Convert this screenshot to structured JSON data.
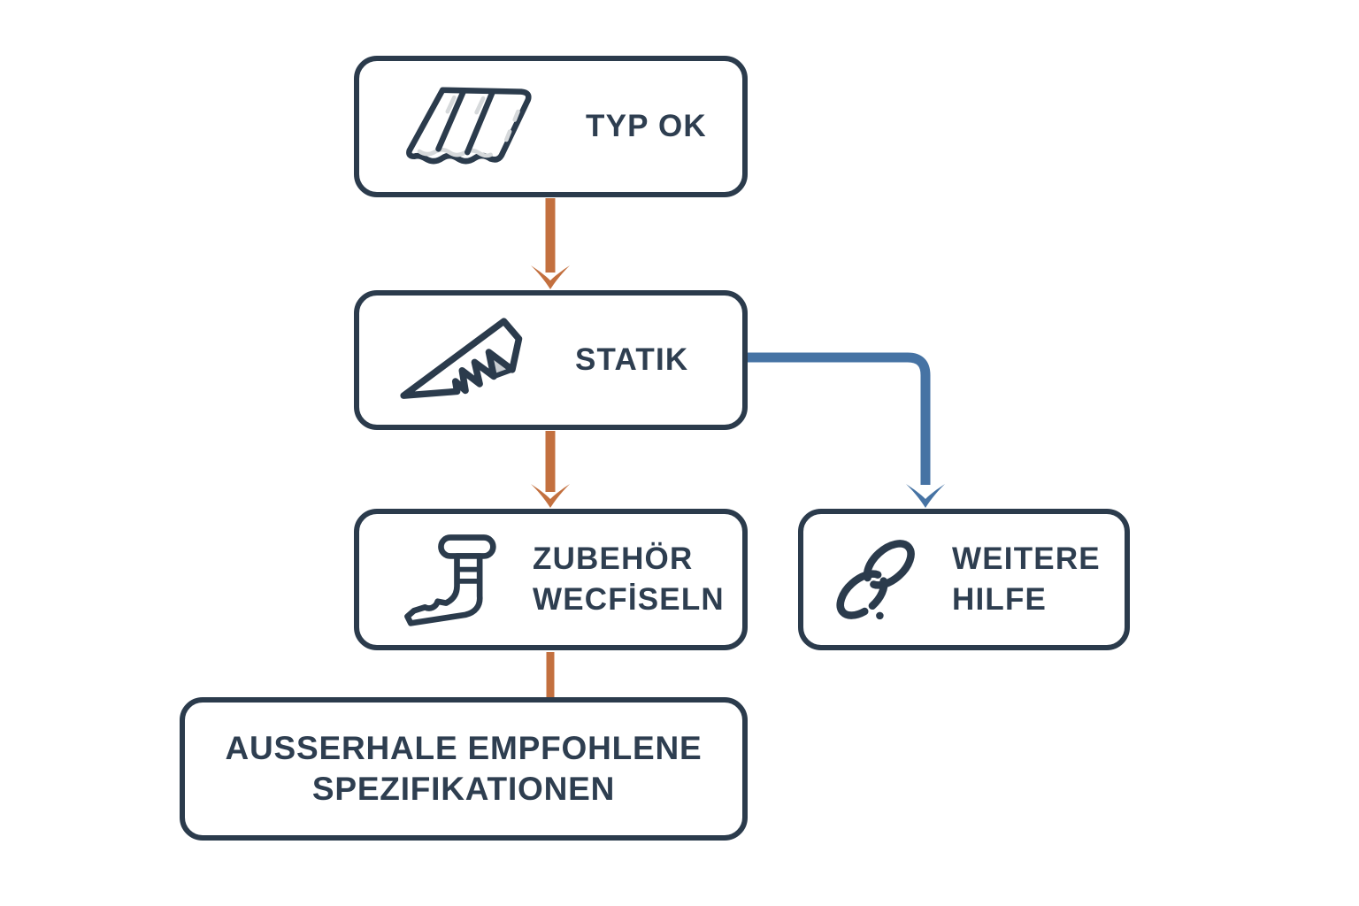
{
  "canvas": {
    "background": "#ffffff"
  },
  "colors": {
    "navy": "#2b3b4c",
    "text": "#2e3e50",
    "orange": "#c3703f",
    "blue": "#4673a4",
    "shade": "#d6d9db",
    "shade-dark": "#c9ced2"
  },
  "nodes": {
    "typ_ok": {
      "label": "TYP OK",
      "icon": "corrugated-roof-sheet-icon"
    },
    "statik": {
      "label": "STATIK",
      "icon": "roof-pitch-icon"
    },
    "zubehoer": {
      "line1": "ZUBEHÖR",
      "line2": "WECFİSELN",
      "icon": "gutter-elbow-icon"
    },
    "weitere_hilfe": {
      "line1": "WEITERE",
      "line2": "HILFE",
      "icon": "chain-link-icon"
    },
    "ausserhalb": {
      "line1": "AUSSERHALE EMPFOHLENE",
      "line2": "SPEZIFIKATIONEN"
    }
  },
  "connectors": [
    {
      "from": "typ_ok",
      "to": "statik",
      "color": "orange",
      "style": "arrow-down"
    },
    {
      "from": "statik",
      "to": "zubehoer",
      "color": "orange",
      "style": "arrow-down"
    },
    {
      "from": "statik",
      "to": "weitere_hilfe",
      "color": "blue",
      "style": "elbow-arrow"
    },
    {
      "from": "zubehoer",
      "to": "ausserhalb",
      "color": "orange",
      "style": "line"
    }
  ]
}
